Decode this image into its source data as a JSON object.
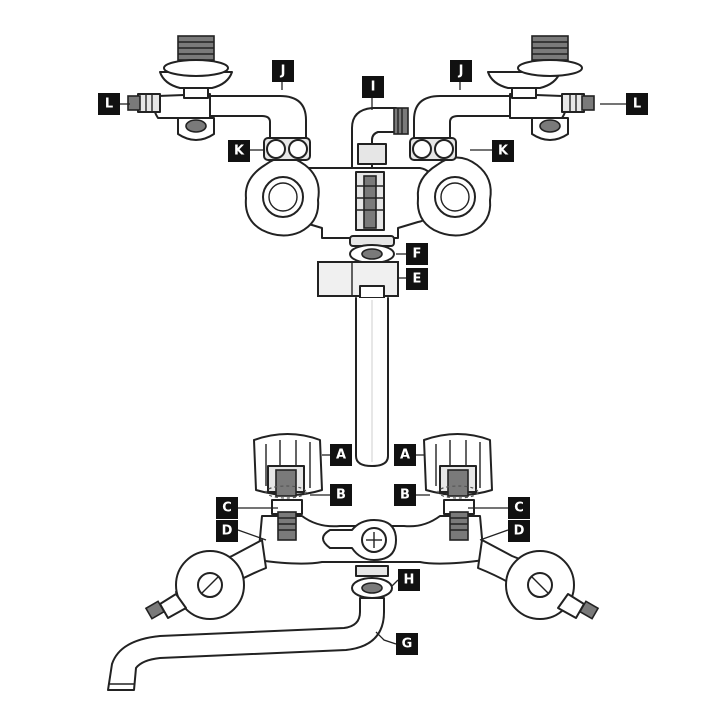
{
  "labels": {
    "A": "A",
    "B": "B",
    "C": "C",
    "D": "D",
    "E": "E",
    "F": "F",
    "G": "G",
    "H": "H",
    "I": "I",
    "J": "J",
    "K": "K",
    "L": "L"
  },
  "colors": {
    "line": "#222222",
    "label_bg": "#111111",
    "label_fg": "#ffffff",
    "shade": "#e6e6e6",
    "metal_dark": "#7a7a7a"
  }
}
